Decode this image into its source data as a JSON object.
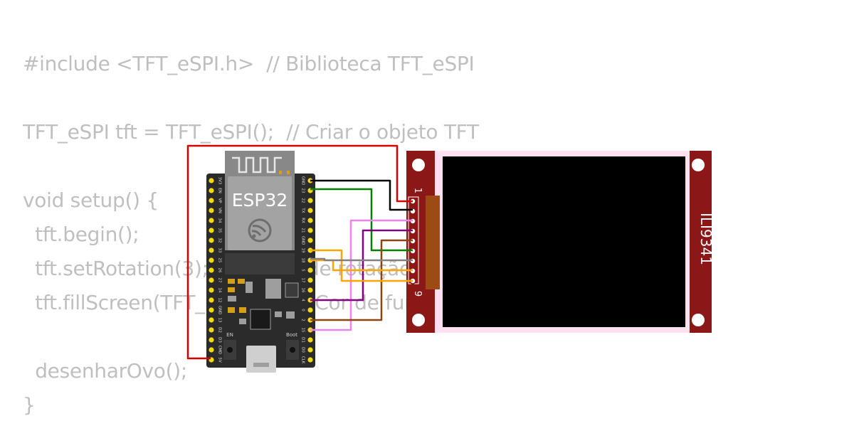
{
  "code_lines": [
    "#include <TFT_eSPI.h>  // Biblioteca TFT_eSPI",
    "",
    "TFT_eSPI tft = TFT_eSPI();  // Criar o objeto TFT",
    "",
    "void setup() {",
    "  tft.begin();",
    "  tft.setRotation(3);  // Ajuste de rotação",
    "  tft.fillScreen(TFT_BLACK);  // Cor de fundo",
    "",
    "  desenharOvo();",
    "}"
  ],
  "esp32": {
    "label": "ESP32",
    "left_pins": [
      "3V3",
      "EN",
      "VP",
      "VN",
      "34",
      "35",
      "32",
      "33",
      "25",
      "26",
      "27",
      "14",
      "12",
      "GND",
      "13",
      "D2",
      "D3",
      "CMD",
      "5V"
    ],
    "right_pins": [
      "GND",
      "23",
      "22",
      "TX",
      "RX",
      "21",
      "GND",
      "19",
      "18",
      "5",
      "17",
      "16",
      "4",
      "0",
      "2",
      "15",
      "D1",
      "D0",
      "CLK"
    ],
    "en_label": "EN",
    "boot_label": "Boot"
  },
  "display": {
    "model": "ILI9341",
    "pin_first": "1",
    "pin_last": "9"
  },
  "wire_colors": {
    "red": "#d40000",
    "black": "#000000",
    "green": "#008000",
    "violet": "#ee82ee",
    "purple": "#800080",
    "brown": "#8b4513",
    "orange": "#ffa500",
    "grey": "#808080"
  }
}
